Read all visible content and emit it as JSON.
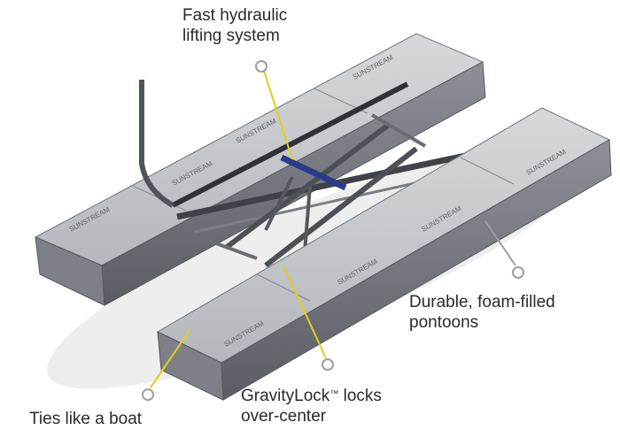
{
  "callouts": {
    "hydraulic": {
      "line1": "Fast hydraulic",
      "line2": "lifting system"
    },
    "pontoons": {
      "line1": "Durable, foam-filled",
      "line2": "pontoons"
    },
    "gravity": {
      "line1_main": "GravityLock",
      "line1_tm": "™",
      "line1_end": " locks",
      "line2": "over-center"
    },
    "ties": {
      "line1": "Ties like a boat"
    }
  },
  "brand_marking": "SUNSTREAM",
  "colors": {
    "background": "#ffffff",
    "pontoon_light": "#c9ccd0",
    "pontoon_mid": "#9a9ea4",
    "pontoon_dark": "#5d6166",
    "leader_line": "#e0cf1a",
    "leader_circle": "#9a9ea4",
    "cylinder": "#2a3a8c",
    "text": "#2a2a2a"
  }
}
